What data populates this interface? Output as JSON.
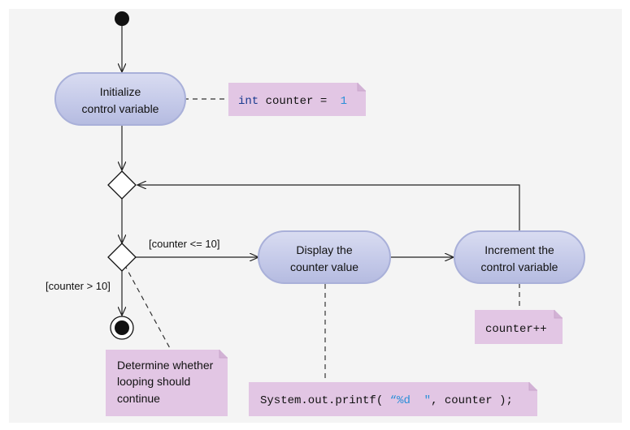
{
  "actions": {
    "initialize": {
      "line1": "Initialize",
      "line2": "control variable"
    },
    "display": {
      "line1": "Display the",
      "line2": "counter value"
    },
    "increment": {
      "line1": "Increment the",
      "line2": "control variable"
    }
  },
  "guards": {
    "continue": "[counter <= 10]",
    "exit": "[counter > 10]"
  },
  "notes": {
    "init_code": {
      "keyword": "int",
      "rest": " counter = ",
      "value": "1"
    },
    "printf_code": {
      "before": "System.out.printf( ",
      "format": "“%d  \"",
      "after": ", counter );"
    },
    "increment_code": "counter++",
    "decision": {
      "line1": "Determine whether",
      "line2": "looping should",
      "line3": "continue"
    }
  },
  "colors": {
    "background": "#f4f4f4",
    "action_fill": "#c8cdea",
    "action_stroke": "#a9b0d9",
    "note_fill": "#e2c6e4",
    "node": "#111111"
  }
}
